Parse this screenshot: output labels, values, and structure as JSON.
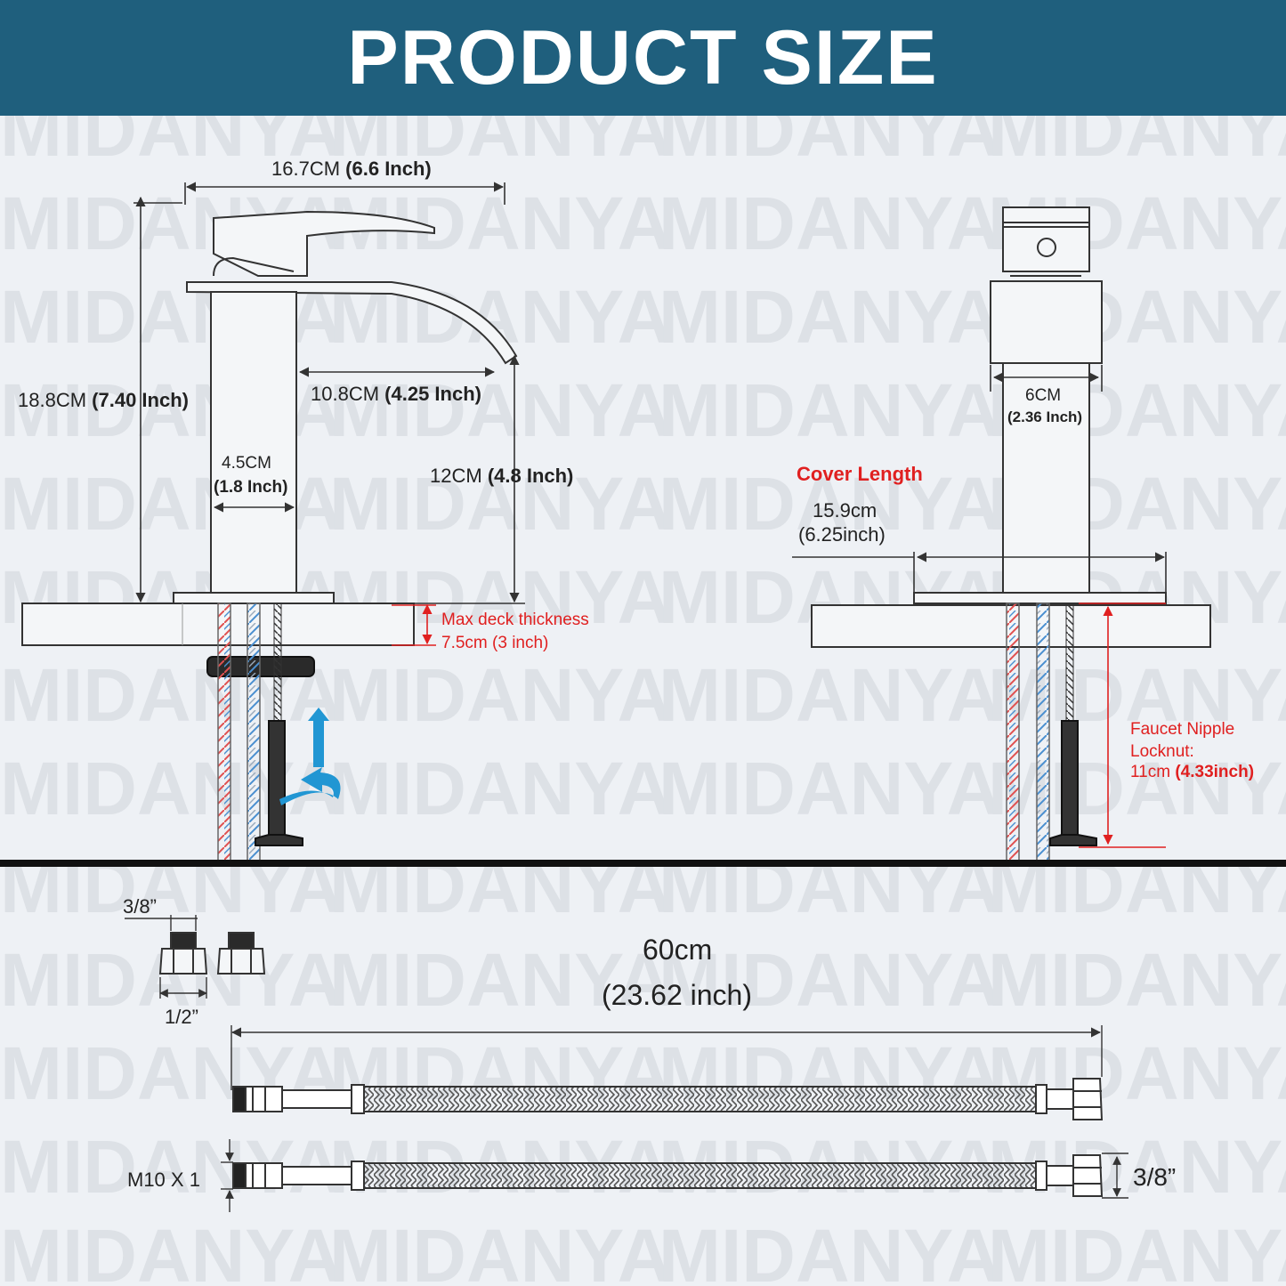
{
  "banner": {
    "title": "PRODUCT SIZE"
  },
  "watermark": {
    "text": "MIDANYA"
  },
  "colors": {
    "banner": "#1f5f7d",
    "accent_red": "#e02020",
    "arrow_blue": "#2196d3",
    "line": "#333333"
  },
  "side_view": {
    "overall_width": {
      "cm": "16.7CM",
      "inch": "(6.6 Inch)"
    },
    "overall_height": {
      "cm": "18.8CM",
      "inch": "(7.40 Inch)"
    },
    "spout_reach": {
      "cm": "10.8CM",
      "inch": "(4.25 Inch)"
    },
    "body_width": {
      "cm": "4.5CM",
      "inch": "(1.8 Inch)"
    },
    "spout_height": {
      "cm": "12CM",
      "inch": "(4.8 Inch)"
    },
    "deck_thickness": {
      "label": "Max deck thickness",
      "value": "7.5cm (3 inch)"
    }
  },
  "front_view": {
    "body_width": {
      "cm": "6CM",
      "inch": "(2.36 Inch)"
    },
    "cover_length": {
      "label": "Cover Length",
      "cm": "15.9cm",
      "inch": "(6.25inch)"
    },
    "locknut": {
      "line1": "Faucet Nipple",
      "line2": "Locknut:",
      "cm": "11cm",
      "inch": "(4.33inch)"
    }
  },
  "hoses": {
    "adapter_top": "3/8”",
    "adapter_bottom": "1/2”",
    "length_cm": "60cm",
    "length_inch": "(23.62 inch)",
    "thread_left": "M10 X 1",
    "thread_right": "3/8”"
  }
}
